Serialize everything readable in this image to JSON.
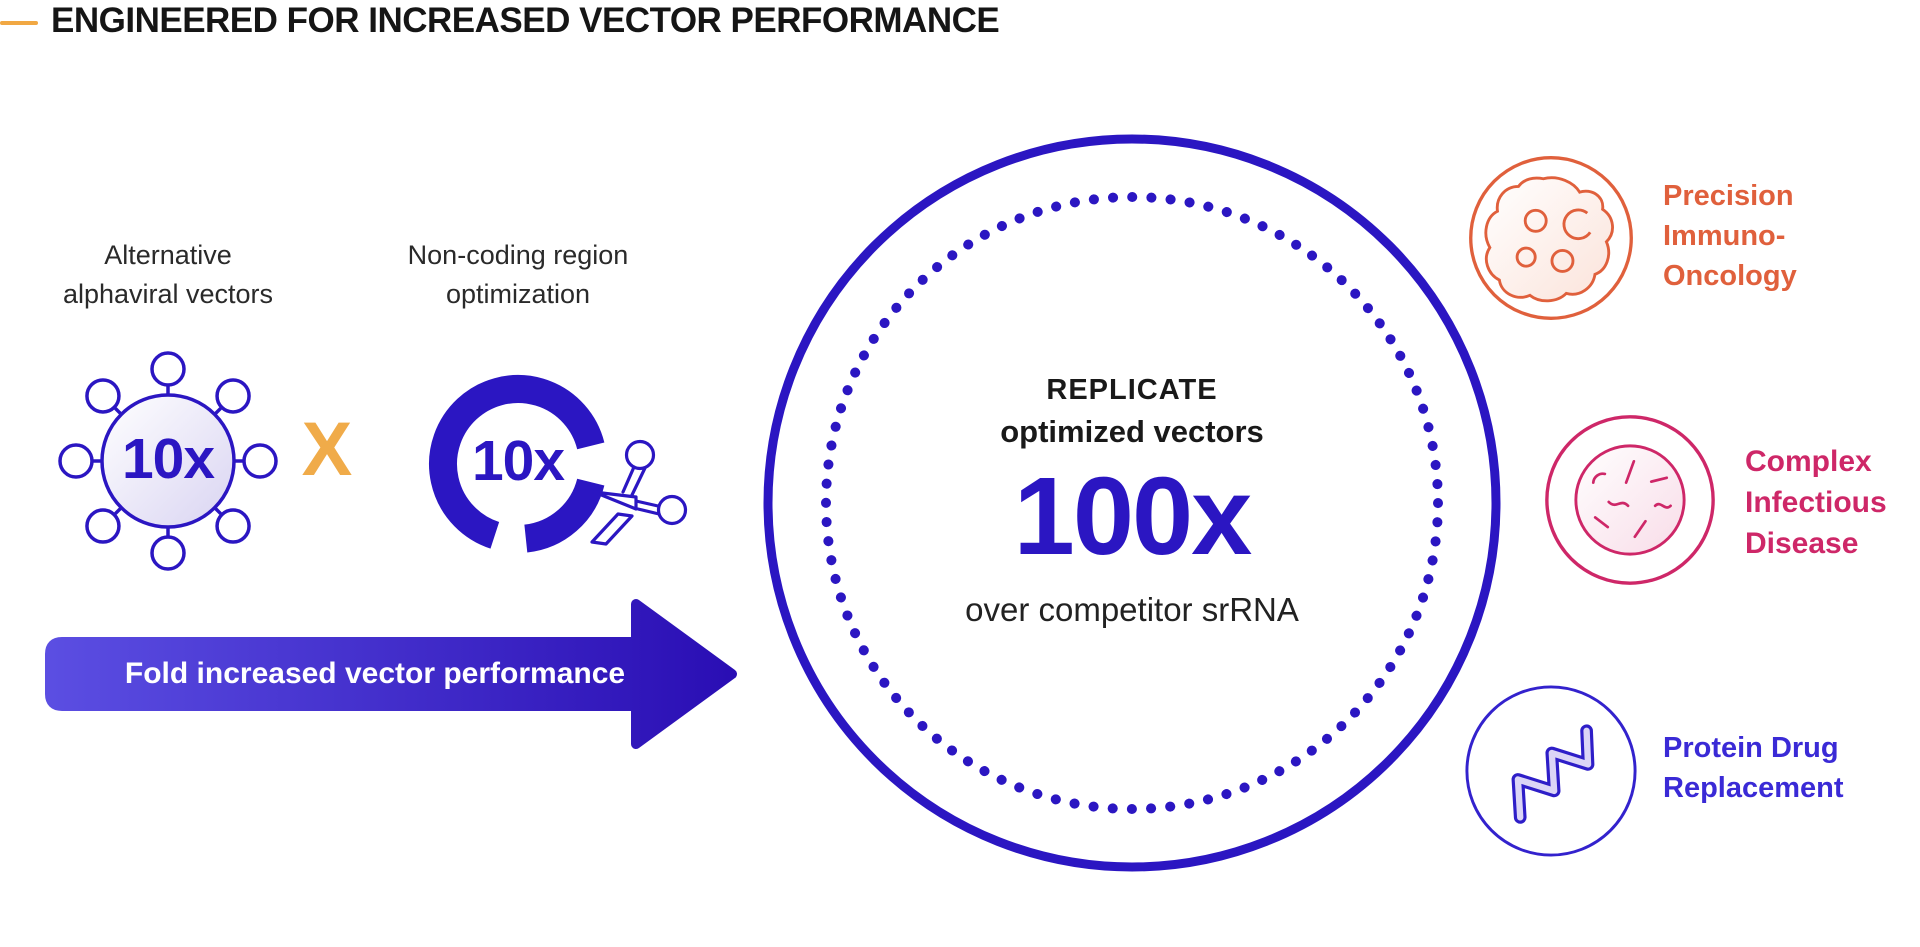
{
  "header": {
    "title": "ENGINEERED FOR INCREASED VECTOR PERFORMANCE"
  },
  "colors": {
    "brand_blue": "#2b16c2",
    "accent_orange": "#f1a843",
    "arrow_gradient_start": "#5b4ee2",
    "arrow_gradient_end": "#2a0eb4",
    "coral": "#e0603c",
    "magenta": "#ce2768",
    "indigo": "#3a2ad6"
  },
  "factors": [
    {
      "icon": "virus-icon",
      "label_lines": [
        "Alternative",
        "alphaviral vectors"
      ],
      "value": "10x"
    },
    {
      "icon": "ring-scissors-icon",
      "label_lines": [
        "Non-coding region",
        "optimization"
      ],
      "value": "10x"
    }
  ],
  "operator": "X",
  "arrow_label": "Fold increased vector performance",
  "result": {
    "brand": "REPLICATE",
    "subtitle": "optimized vectors",
    "value": "100x",
    "comparison": "over competitor srRNA"
  },
  "applications": [
    {
      "icon": "cancer-cell-icon",
      "label_lines": [
        "Precision",
        "Immuno-",
        "Oncology"
      ],
      "color": "#e0603c"
    },
    {
      "icon": "petri-dish-icon",
      "label_lines": [
        "Complex",
        "Infectious",
        "Disease"
      ],
      "color": "#ce2768"
    },
    {
      "icon": "protein-helix-icon",
      "label_lines": [
        "Protein Drug",
        "Replacement"
      ],
      "color": "#3a2ad6"
    }
  ]
}
